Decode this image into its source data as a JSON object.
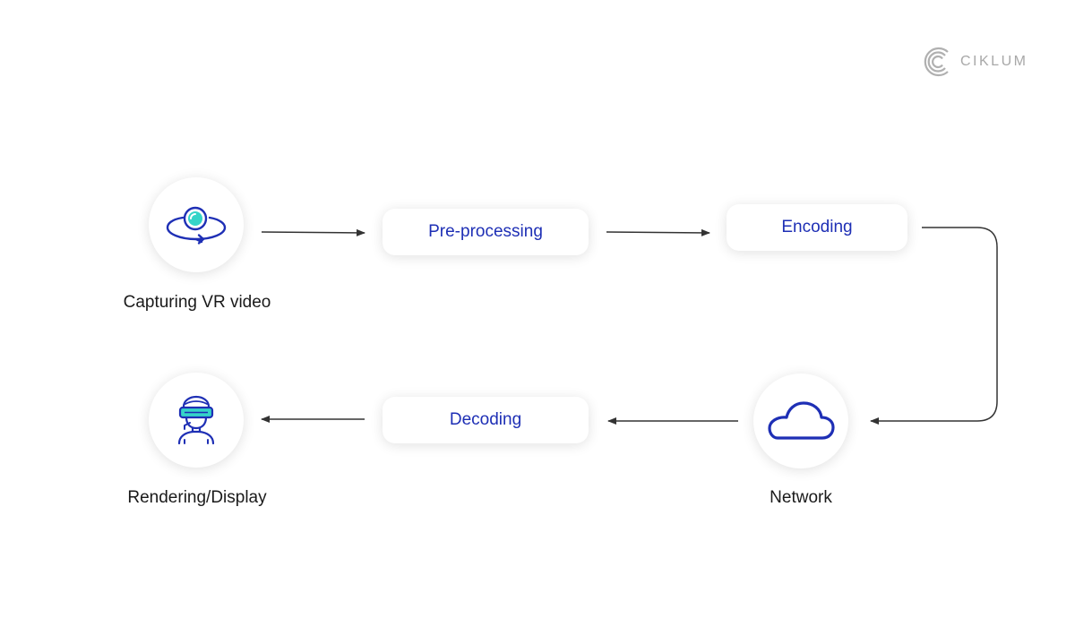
{
  "brand": {
    "name": "CIKLUM"
  },
  "colors": {
    "accent_blue": "#1e2fb5",
    "accent_cyan": "#35d4c8",
    "arrow": "#333333",
    "logo_gray": "#a8a8a8"
  },
  "nodes": {
    "capture": {
      "label": "Capturing VR video",
      "icon": "vr-camera-icon"
    },
    "preprocessing": {
      "label": "Pre-processing"
    },
    "encoding": {
      "label": "Encoding"
    },
    "network": {
      "label": "Network",
      "icon": "cloud-icon"
    },
    "decoding": {
      "label": "Decoding"
    },
    "rendering": {
      "label": "Rendering/Display",
      "icon": "vr-headset-user-icon"
    }
  }
}
